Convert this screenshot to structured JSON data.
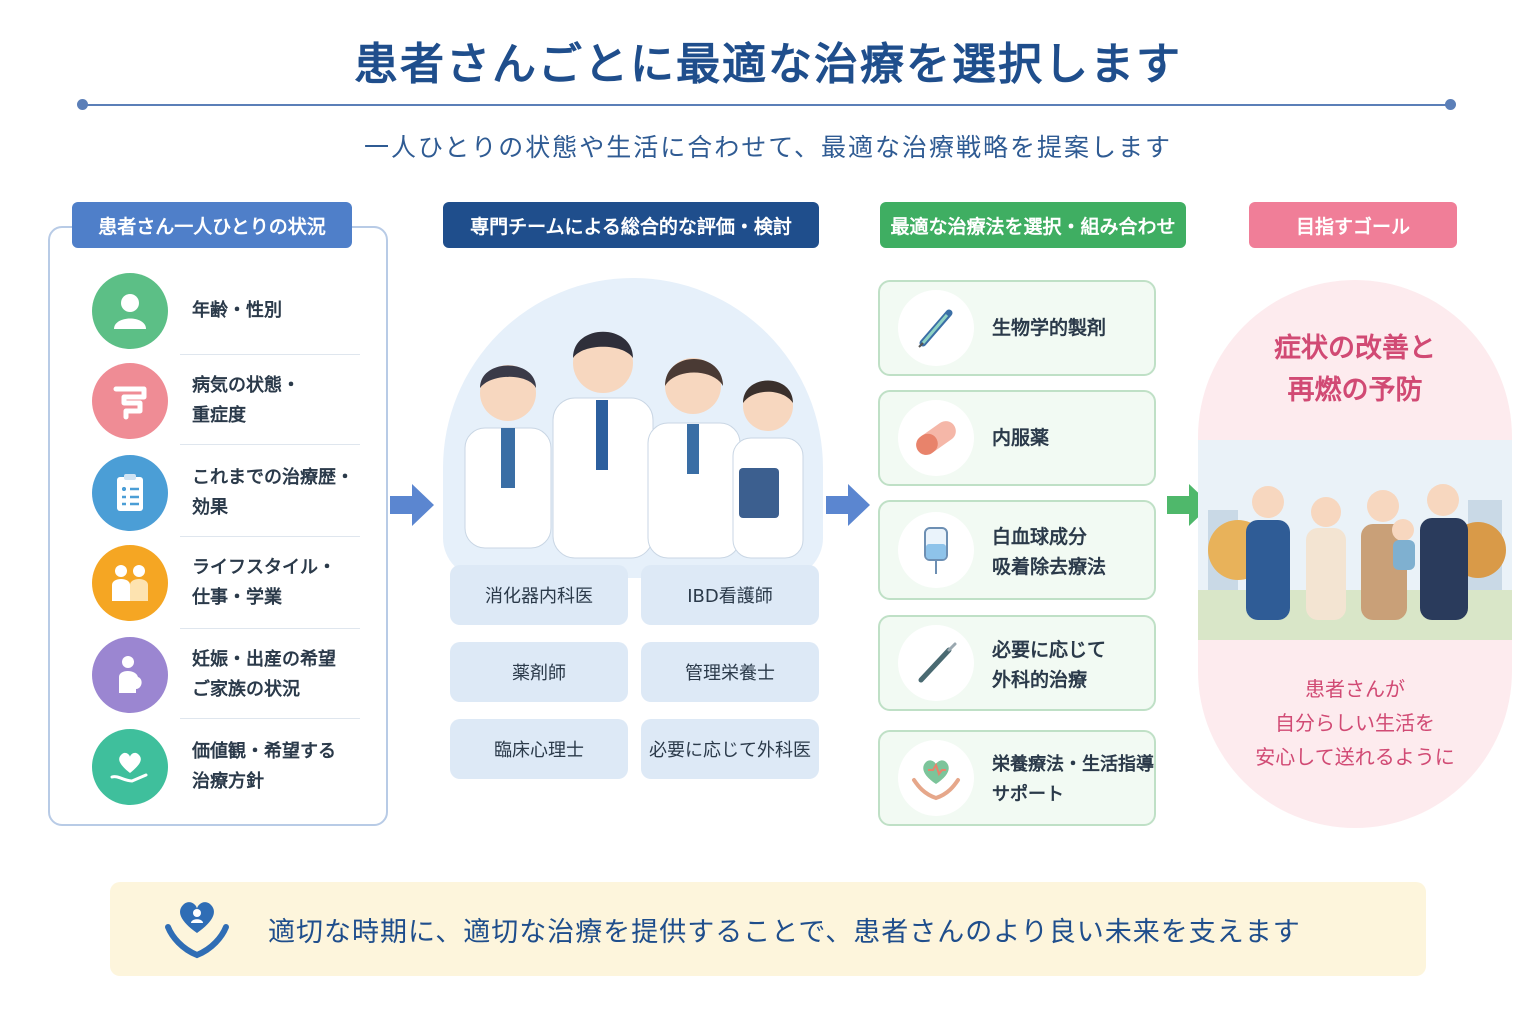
{
  "title": "患者さんごとに最適な治療を選択します",
  "subtitle": "一人ひとりの状態や生活に合わせて、最適な治療戦略を提案します",
  "columns": {
    "situation": {
      "header": "患者さん一人ひとりの状況",
      "color": "#4f7fc9",
      "items": [
        {
          "label": "年齢・性別",
          "icon": "person-icon",
          "color": "#5cbf86"
        },
        {
          "label": "病気の状態・\n重症度",
          "icon": "intestine-icon",
          "color": "#ef8c95"
        },
        {
          "label": "これまでの治療歴・\n効果",
          "icon": "clipboard-icon",
          "color": "#4b9ed6"
        },
        {
          "label": "ライフスタイル・\n仕事・学業",
          "icon": "family-icon",
          "color": "#f5a623"
        },
        {
          "label": "妊娠・出産の希望\nご家族の状況",
          "icon": "pregnancy-icon",
          "color": "#9b86d1"
        },
        {
          "label": "価値観・希望する\n治療方針",
          "icon": "heart-hand-icon",
          "color": "#3fbf9c"
        }
      ]
    },
    "team": {
      "header": "専門チームによる総合的な評価・検討",
      "color": "#1f4e8c",
      "members": [
        "消化器内科医",
        "IBD看護師",
        "薬剤師",
        "管理栄養士",
        "臨床心理士",
        "必要に応じて外科医"
      ]
    },
    "treatment": {
      "header": "最適な治療法を選択・組み合わせ",
      "color": "#3fae62",
      "items": [
        {
          "label": "生物学的製剤",
          "icon": "syringe-icon"
        },
        {
          "label": "内服薬",
          "icon": "capsule-icon"
        },
        {
          "label": "白血球成分\n吸着除去療法",
          "icon": "iv-bag-icon"
        },
        {
          "label": "必要に応じて\n外科的治療",
          "icon": "scalpel-icon"
        },
        {
          "label": "栄養療法・生活指導\nサポート",
          "icon": "heart-care-icon"
        }
      ]
    },
    "goal": {
      "header": "目指すゴール",
      "color": "#f07e98",
      "title": "症状の改善と\n再燃の予防",
      "text": "患者さんが\n自分らしい生活を\n安心して送れるように"
    }
  },
  "footer": {
    "text": "適切な時期に、適切な治療を提供することで、患者さんのより良い未来を支えます",
    "icon": "hands-heart-icon"
  }
}
